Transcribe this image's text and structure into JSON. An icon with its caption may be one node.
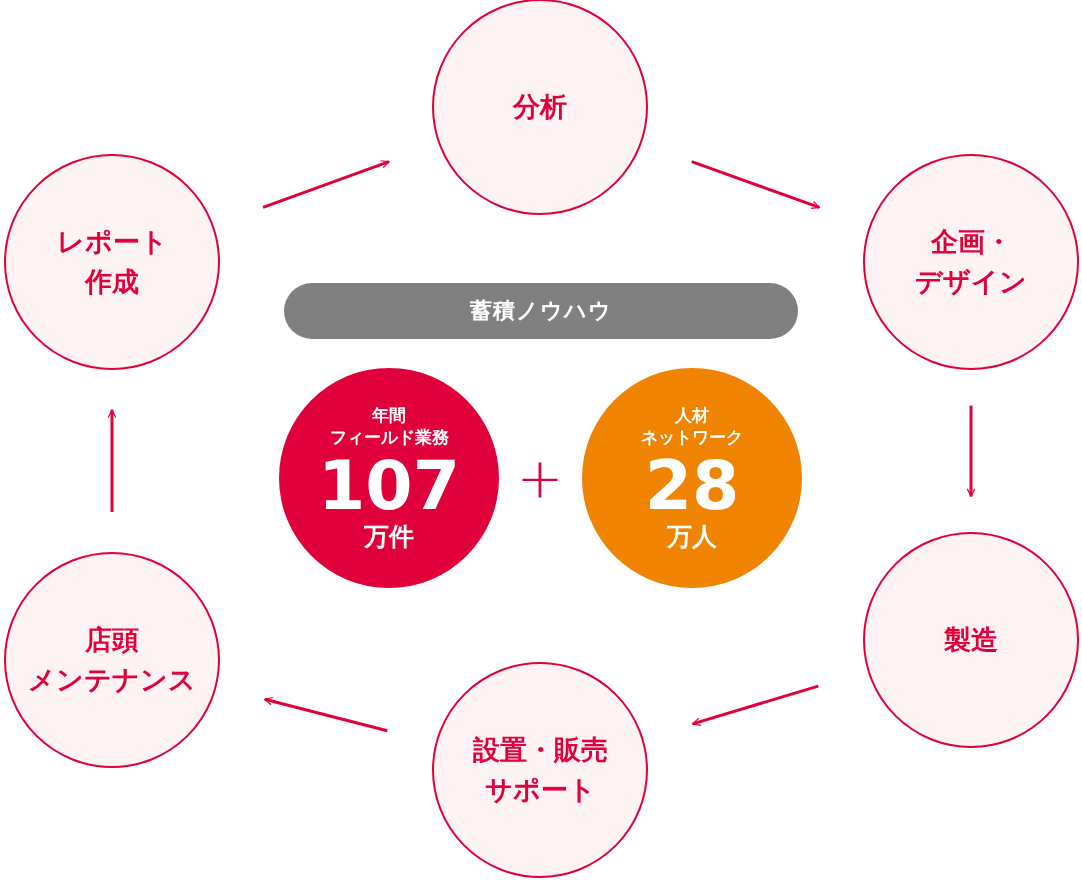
{
  "diagram": {
    "nodes": [
      {
        "text": [
          "分析"
        ]
      },
      {
        "text": [
          "企画・デザイン"
        ]
      },
      {
        "text": [
          "製造"
        ]
      },
      {
        "text": [
          "設置・販売サポート"
        ]
      },
      {
        "text": [
          "店頭メンテナンス"
        ]
      },
      {
        "text": [
          "レポート作成"
        ]
      },
      {
        "text": [
          "蓄積ノウハウ"
        ]
      },
      {
        "text": [
          "年間",
          "フィールド業務",
          "107",
          "万件"
        ]
      },
      {
        "text": [
          "人材",
          "ネットワーク",
          "28",
          "万人"
        ]
      }
    ],
    "edges": [
      {
        "from": 5,
        "to": 0,
        "arrow": "to"
      },
      {
        "from": 0,
        "to": 1,
        "arrow": "to"
      },
      {
        "from": 1,
        "to": 2,
        "arrow": "to"
      },
      {
        "from": 2,
        "to": 3,
        "arrow": "to"
      },
      {
        "from": 3,
        "to": 4,
        "arrow": "to"
      },
      {
        "from": 4,
        "to": 5,
        "arrow": "to"
      }
    ],
    "labels": [
      "+"
    ]
  }
}
